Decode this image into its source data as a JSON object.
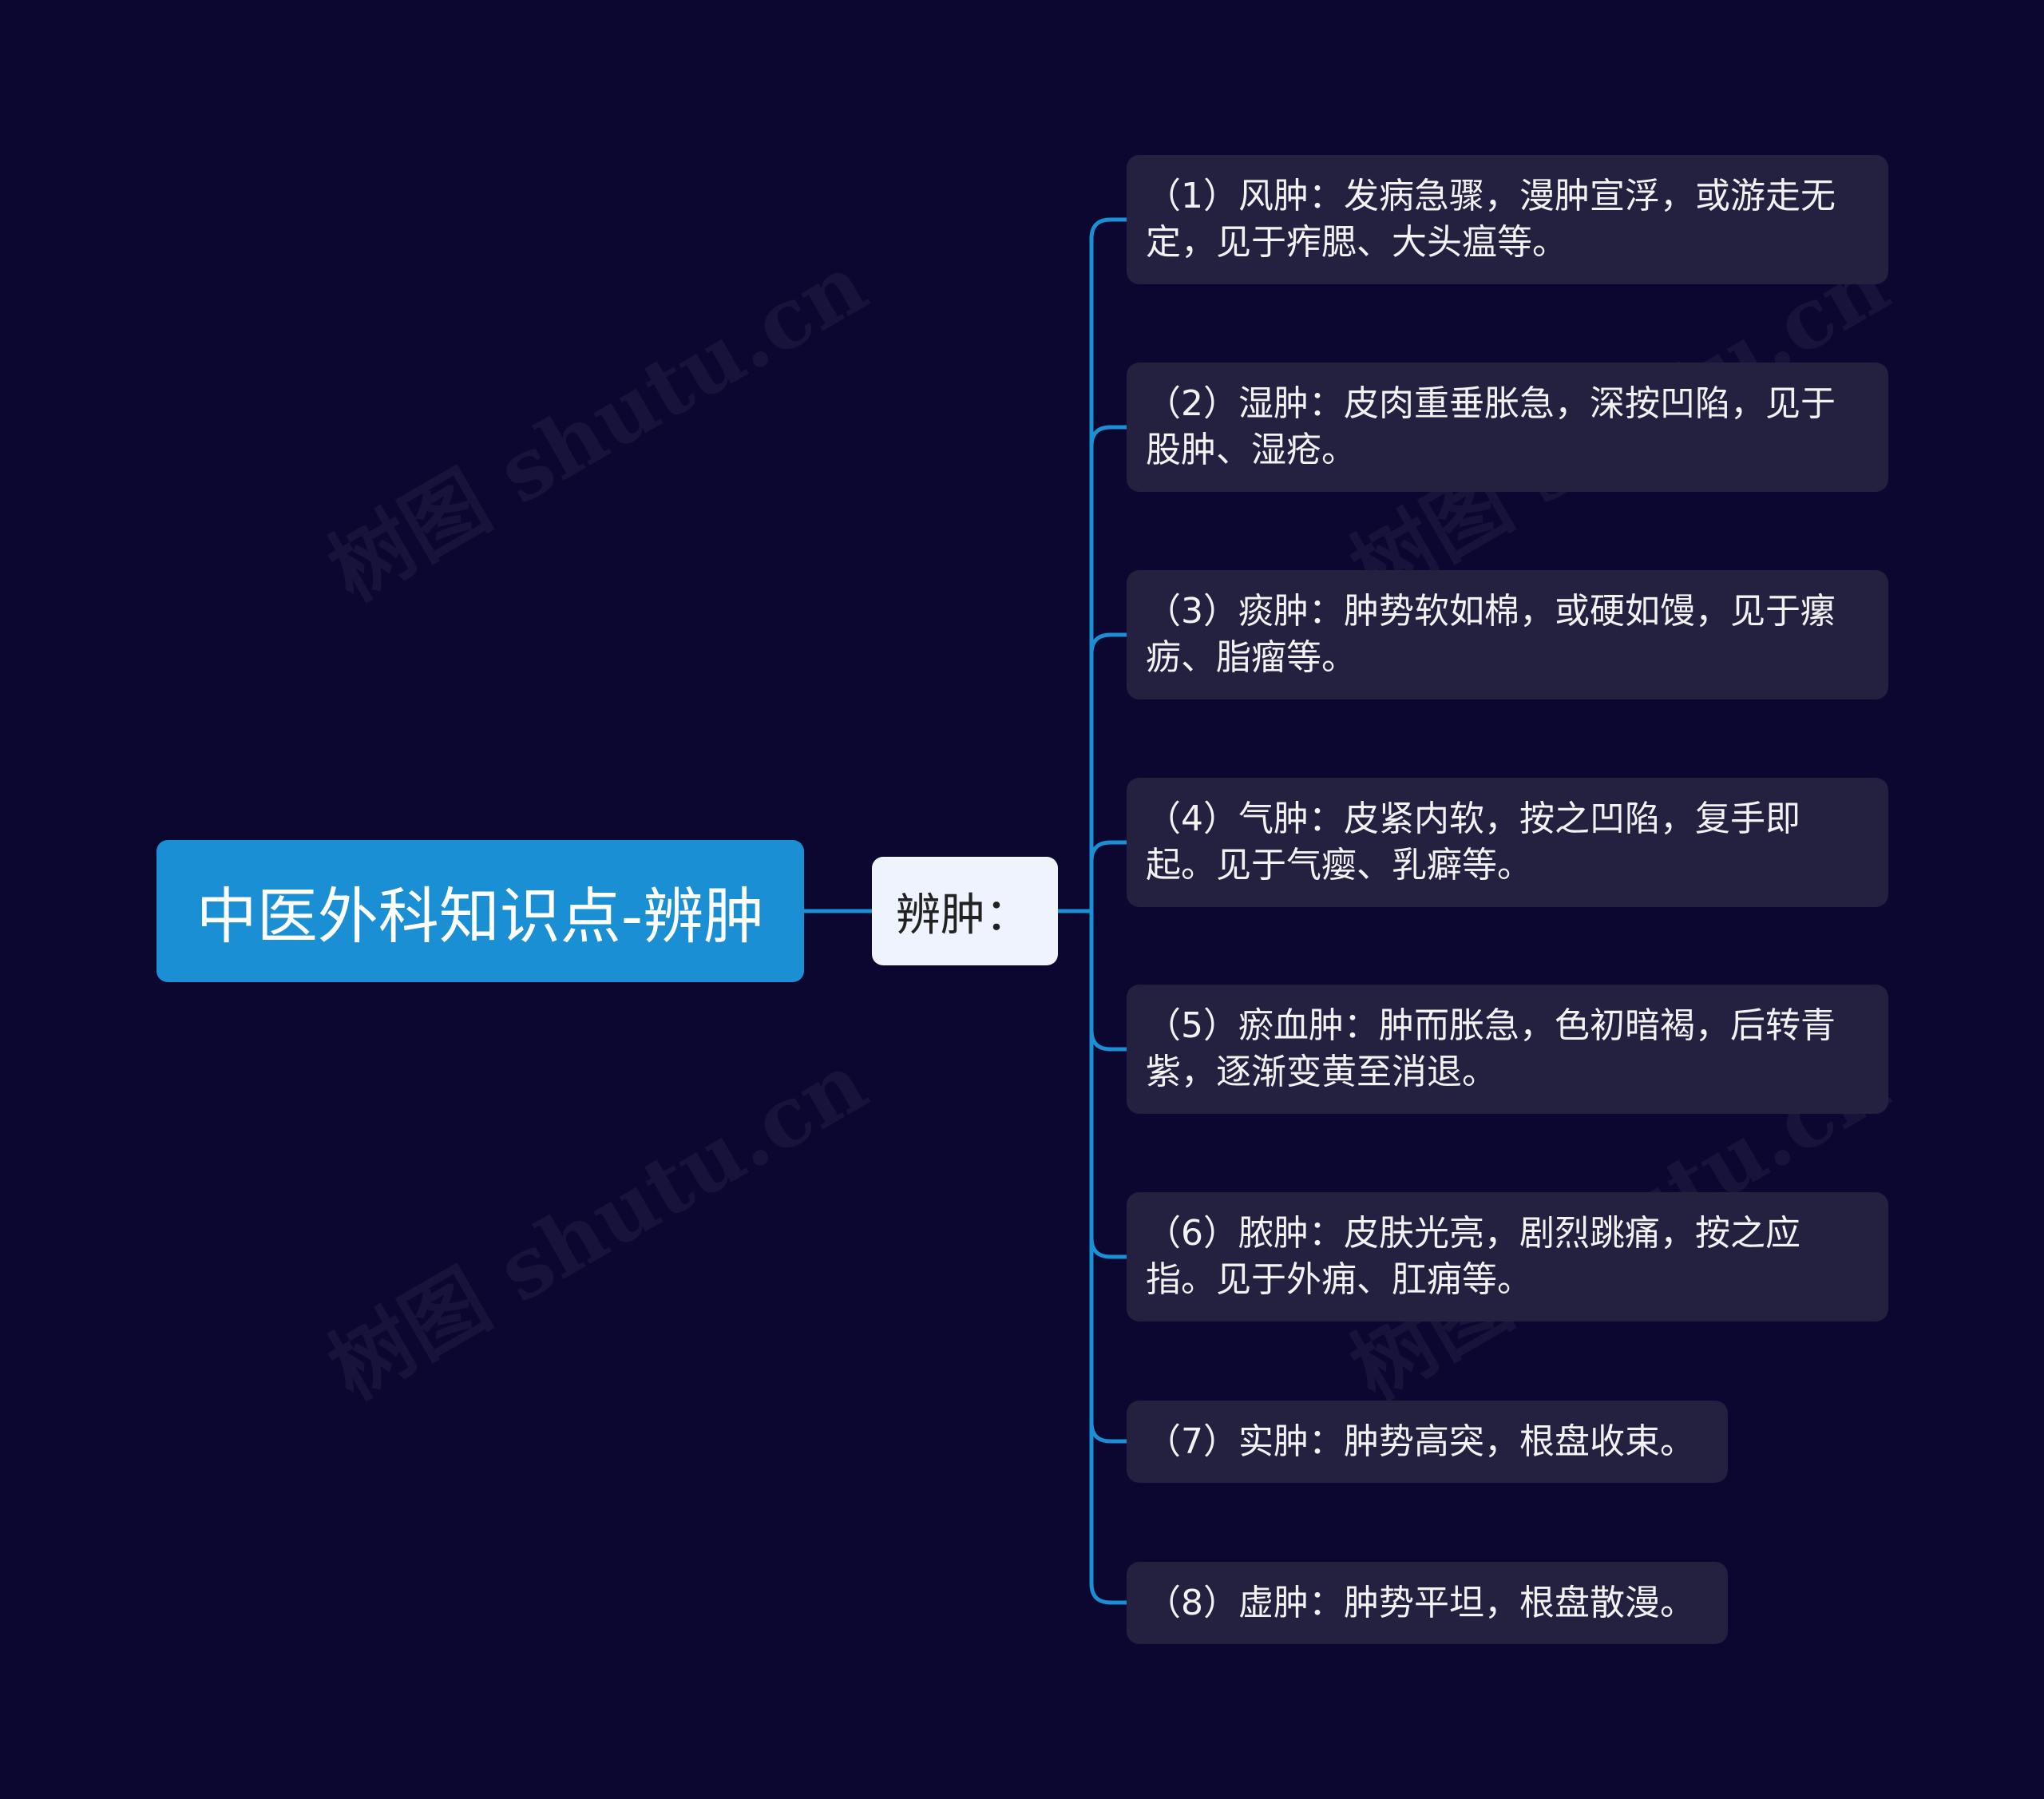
{
  "watermark_text": "树图 shutu.cn",
  "colors": {
    "background": "#0b0730",
    "root_fill": "#1a8fd4",
    "mid_fill": "#eef3fd",
    "leaf_fill": "#24203f",
    "connector": "#1a8fd4"
  },
  "root": {
    "title": "中医外科知识点-辨肿"
  },
  "branch": {
    "label": "辨肿："
  },
  "leaves": [
    {
      "text": "（1）风肿：发病急骤，漫肿宣浮，或游走无定，见于痄腮、大头瘟等。"
    },
    {
      "text": "（2）湿肿：皮肉重垂胀急，深按凹陷，见于股肿、湿疮。"
    },
    {
      "text": "（3）痰肿：肿势软如棉，或硬如馒，见于瘰疬、脂瘤等。"
    },
    {
      "text": "（4）气肿：皮紧内软，按之凹陷，复手即起。见于气瘿、乳癖等。"
    },
    {
      "text": "（5）瘀血肿：肿而胀急，色初暗褐，后转青紫，逐渐变黄至消退。"
    },
    {
      "text": "（6）脓肿：皮肤光亮，剧烈跳痛，按之应指。见于外痈、肛痈等。"
    },
    {
      "text": "（7）实肿：肿势高突，根盘收束。"
    },
    {
      "text": "（8）虚肿：肿势平坦，根盘散漫。"
    }
  ]
}
